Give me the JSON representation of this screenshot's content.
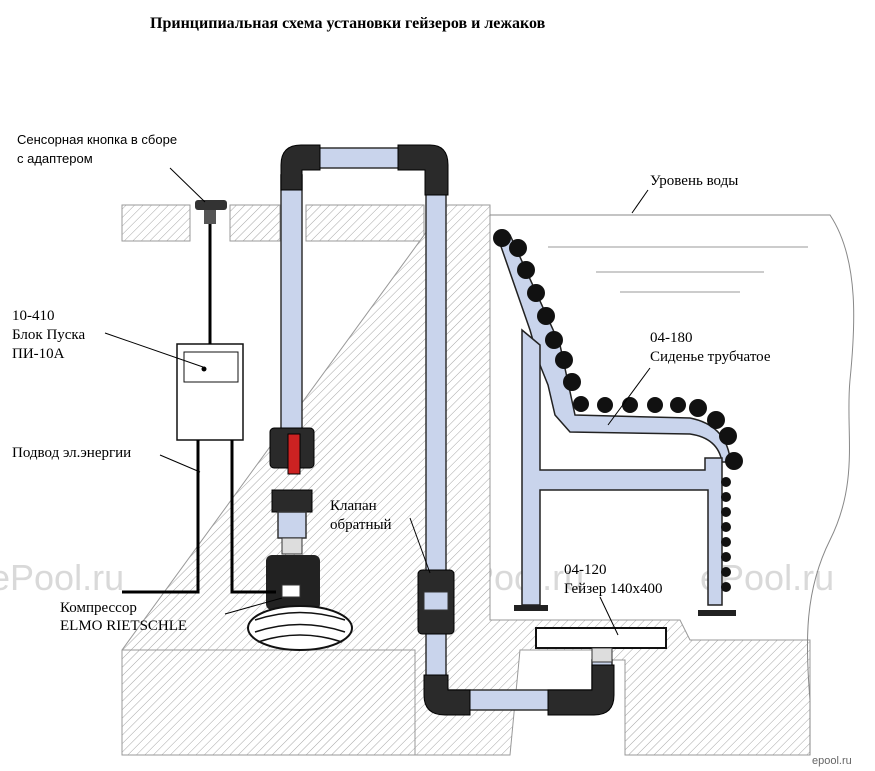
{
  "title": "Принципиальная схема установки гейзеров и лежаков",
  "labels": {
    "sensor_button": [
      "Сенсорная кнопка в сборе",
      "с адаптером"
    ],
    "start_unit": [
      "10-410",
      "Блок Пуска",
      "ПИ-10А"
    ],
    "power_supply": "Подвод эл.энергии",
    "compressor": [
      "Компрессор",
      "ELMO RIETSCHLE"
    ],
    "check_valve": [
      "Клапан",
      "обратный"
    ],
    "water_level": "Уровень воды",
    "seat": [
      "04-180",
      "Сиденье трубчатое"
    ],
    "geyser": [
      "04-120",
      "Гейзер 140х400"
    ]
  },
  "watermark": {
    "repeated": "ePool.ru",
    "corner": "epool.ru"
  },
  "colors": {
    "pipe": "#c9d4ec",
    "fitting": "#2a2a2a",
    "valve_red": "#cc2222",
    "hatch": "#9a9a9a"
  }
}
